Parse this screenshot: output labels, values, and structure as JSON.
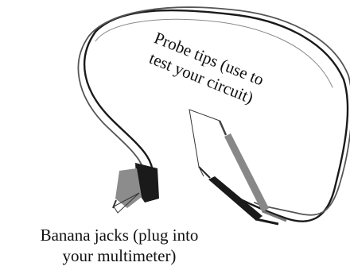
{
  "labels": {
    "probe_tips": {
      "line1": "Probe tips (use to",
      "line2": "test your circuit)"
    },
    "banana_jacks": {
      "line1": "Banana jacks (plug into",
      "line2": "your multimeter)"
    }
  },
  "colors": {
    "lead_black": "#1a1a1a",
    "lead_red_grey": "#7a7a7a",
    "pointer_line": "#333333"
  }
}
